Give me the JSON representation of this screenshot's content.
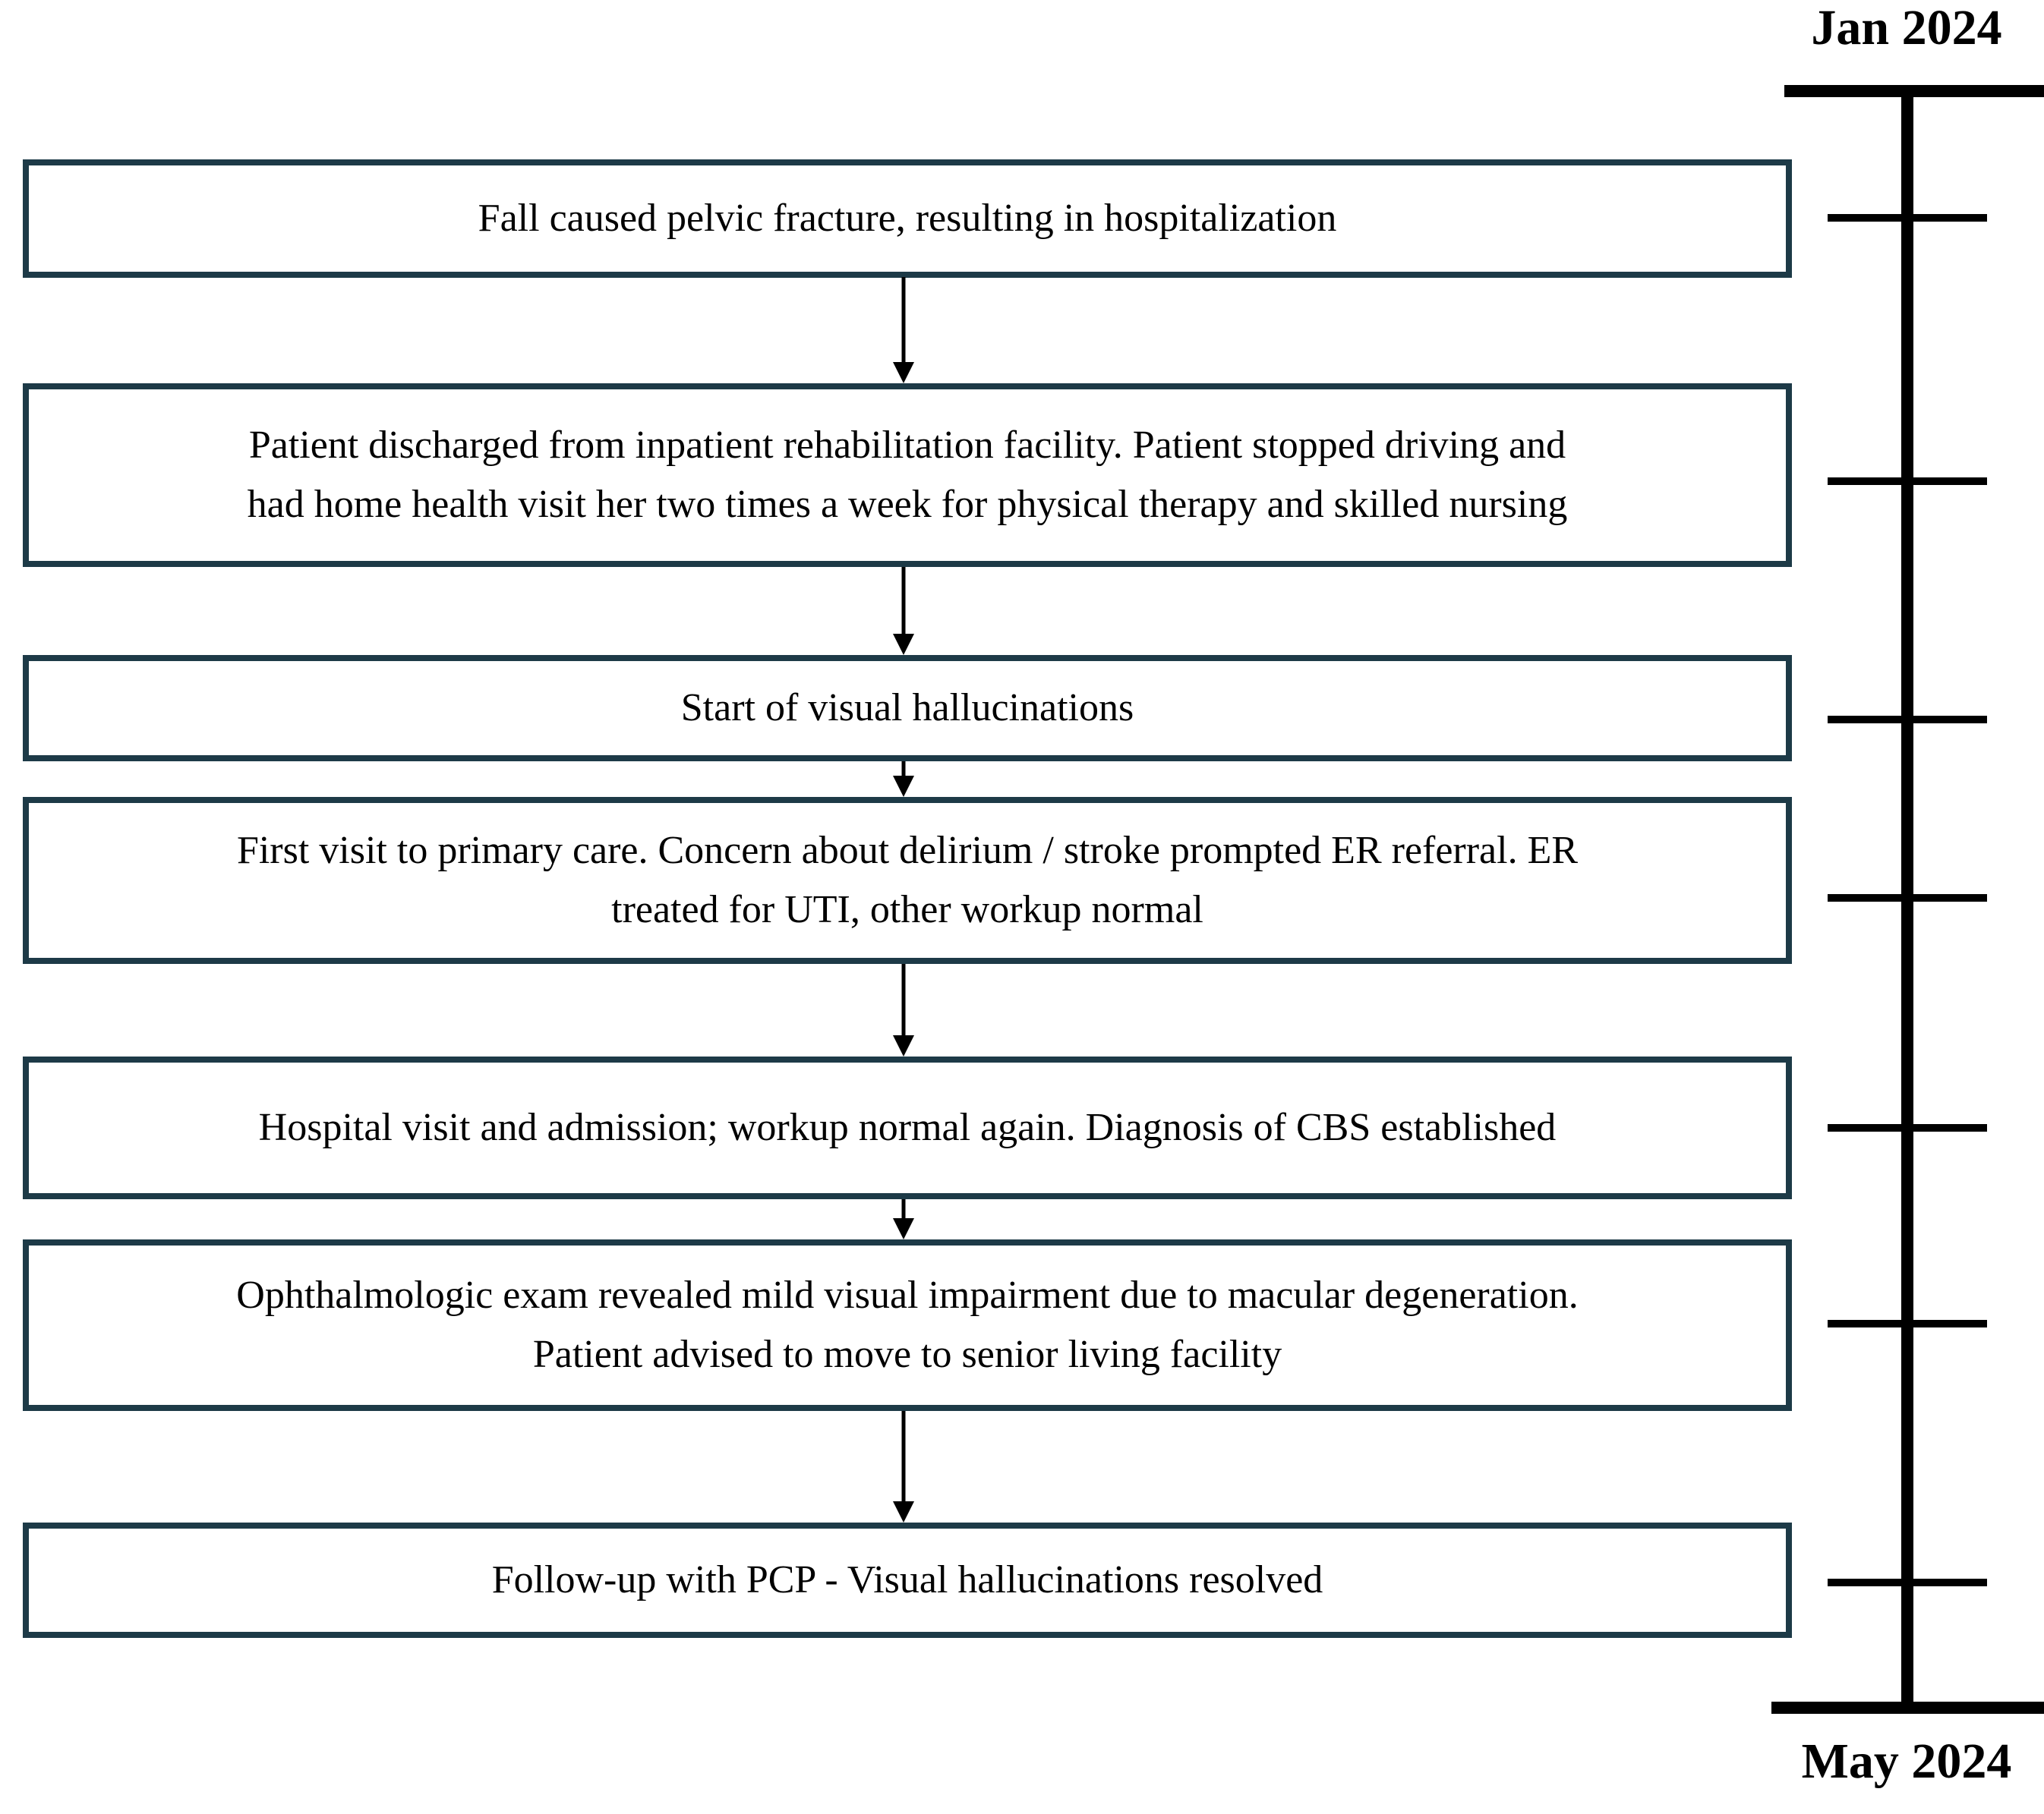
{
  "diagram": {
    "events": [
      {
        "lines": [
          "Fall caused pelvic fracture, resulting in hospitalization"
        ]
      },
      {
        "lines": [
          "Patient discharged from inpatient rehabilitation facility. Patient stopped driving and",
          "had home health visit her two times a week for physical therapy and skilled nursing"
        ]
      },
      {
        "lines": [
          "Start of visual hallucinations"
        ]
      },
      {
        "lines": [
          "First visit to primary care. Concern about delirium / stroke prompted ER referral. ER",
          "treated for UTI, other workup normal"
        ]
      },
      {
        "lines": [
          "Hospital visit and admission; workup normal again. Diagnosis of CBS established"
        ]
      },
      {
        "lines": [
          "Ophthalmologic exam revealed mild visual impairment due to macular degeneration.",
          "Patient advised to move to senior living facility"
        ]
      },
      {
        "lines": [
          "Follow-up with PCP - Visual hallucinations resolved"
        ]
      }
    ],
    "timeline": {
      "start_label": "Jan 2024",
      "end_label": "May 2024",
      "tick_count": 7
    },
    "colors": {
      "box_border": "#1d3a47",
      "line": "#000000",
      "background": "#ffffff",
      "text": "#000000"
    }
  }
}
